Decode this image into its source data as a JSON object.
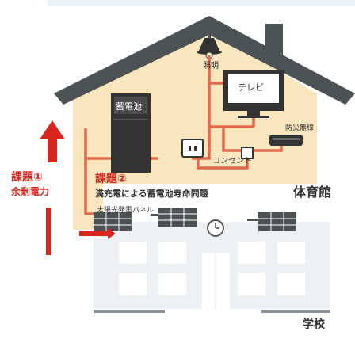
{
  "labels": {
    "light": "照明",
    "tv": "テレビ",
    "radio": "防災無線",
    "battery": "蓄電池",
    "outlet": "コンセント",
    "issue1_title": "課題①",
    "issue1_text": "余剰電力",
    "issue2_title": "課題②",
    "issue2_text": "満充電による蓄電池寿命問題",
    "gym": "体育館",
    "solar": "太陽光発電パネル",
    "school": "学校"
  },
  "colors": {
    "house": "#f9e6be",
    "roof": "#4c5253",
    "school": "#eef1f3",
    "wire": "#e06a4d",
    "red": "#d7261e",
    "dark": "#333333",
    "top_band": "#eaf2f7"
  }
}
